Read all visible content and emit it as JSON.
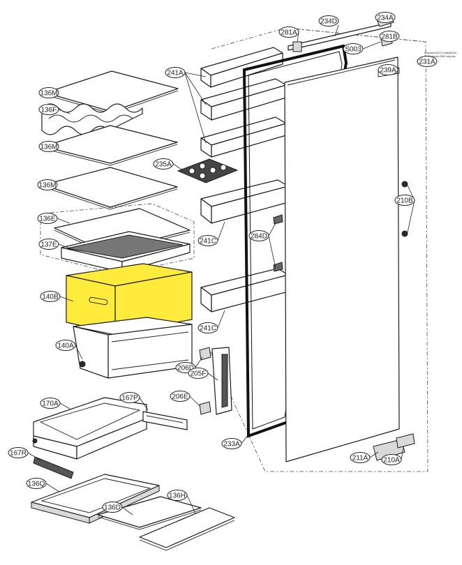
{
  "highlight_color": "#ffeb3b",
  "callouts": [
    {
      "label": "136M",
      "highlighted": false
    },
    {
      "label": "136F",
      "highlighted": false
    },
    {
      "label": "136M",
      "highlighted": false
    },
    {
      "label": "136M",
      "highlighted": false
    },
    {
      "label": "136E",
      "highlighted": false
    },
    {
      "label": "137E",
      "highlighted": false
    },
    {
      "label": "140B",
      "highlighted": true
    },
    {
      "label": "140A",
      "highlighted": false
    },
    {
      "label": "170A",
      "highlighted": false
    },
    {
      "label": "167P",
      "highlighted": false
    },
    {
      "label": "167R",
      "highlighted": false
    },
    {
      "label": "136Q",
      "highlighted": false
    },
    {
      "label": "136D",
      "highlighted": false
    },
    {
      "label": "136H",
      "highlighted": false
    },
    {
      "label": "241A",
      "highlighted": false
    },
    {
      "label": "235A",
      "highlighted": false
    },
    {
      "label": "241C",
      "highlighted": false
    },
    {
      "label": "241C",
      "highlighted": false
    },
    {
      "label": "284D",
      "highlighted": false
    },
    {
      "label": "206D",
      "highlighted": false
    },
    {
      "label": "205F",
      "highlighted": false
    },
    {
      "label": "206E",
      "highlighted": false
    },
    {
      "label": "233A",
      "highlighted": false
    },
    {
      "label": "281A",
      "highlighted": false
    },
    {
      "label": "234D",
      "highlighted": false
    },
    {
      "label": "234A",
      "highlighted": false
    },
    {
      "label": "281B",
      "highlighted": false
    },
    {
      "label": "S003",
      "highlighted": false
    },
    {
      "label": "231A",
      "highlighted": false
    },
    {
      "label": "239A",
      "highlighted": false
    },
    {
      "label": "210B",
      "highlighted": false
    },
    {
      "label": "211A",
      "highlighted": false
    },
    {
      "label": "210A",
      "highlighted": false
    }
  ],
  "tiny_note_lines": [
    "A-ensure/or(CCC-Data)DVdu",
    "Modus ituneu-/DAF nolp.dnp"
  ]
}
